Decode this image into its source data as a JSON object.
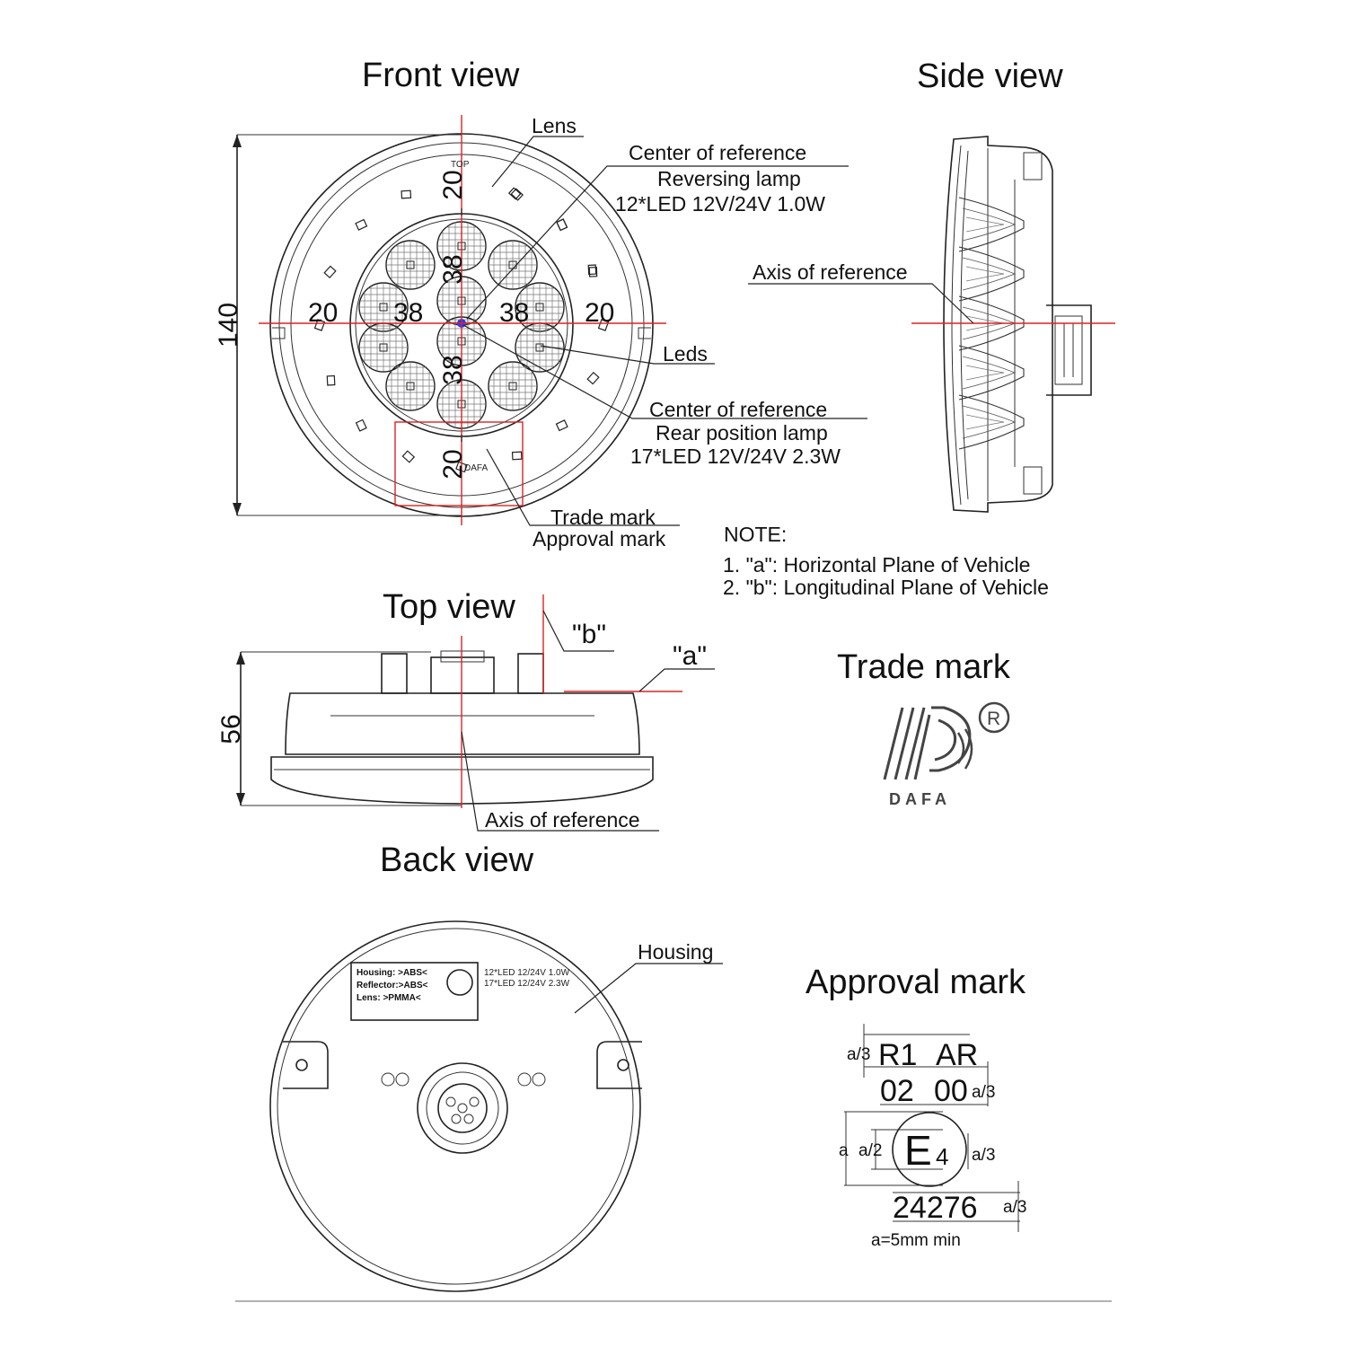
{
  "views": {
    "front": "Front view",
    "side": "Side view",
    "top": "Top view",
    "back": "Back view",
    "trade_mark": "Trade mark",
    "approval_mark": "Approval mark"
  },
  "front_labels": {
    "lens": "Lens",
    "center_ref_1": "Center of reference",
    "reversing_lamp": "Reversing lamp",
    "reversing_spec": "12*LED 12V/24V 1.0W",
    "leds": "Leds",
    "center_ref_2": "Center of reference",
    "rear_position_lamp": "Rear position lamp",
    "rear_position_spec": "17*LED 12V/24V 2.3W",
    "trade_mark": "Trade mark",
    "approval_mark": "Approval mark",
    "top_marker": "TOP",
    "brand_small": "DAFA"
  },
  "dimensions": {
    "d20_top": "20",
    "d38_top": "38",
    "d20_left": "20",
    "d38_left": "38",
    "d38_right": "38",
    "d20_right": "20",
    "d38_bottom": "38",
    "d20_bottom": "20",
    "diameter": "140",
    "height": "56"
  },
  "side_labels": {
    "axis": "Axis of reference"
  },
  "note": {
    "heading": "NOTE:",
    "line1": "1. \"a\": Horizontal Plane of Vehicle",
    "line2": "2. \"b\": Longitudinal Plane of Vehicle"
  },
  "top_labels": {
    "b": "\"b\"",
    "a": "\"a\"",
    "axis": "Axis of reference"
  },
  "trade_mark": {
    "brand": "DAFA",
    "registered": "R"
  },
  "back_labels": {
    "housing": "Housing",
    "plate_line1": "Housing: >ABS<",
    "plate_line2": "Reflector:>ABS<",
    "plate_line3": "Lens:      >PMMA<",
    "spec_line1": "12*LED 12/24V 1.0W",
    "spec_line2": "17*LED 12/24V 2.3W"
  },
  "approval": {
    "a3_1": "a/3",
    "r1": "R1",
    "ar": "AR",
    "code": "02",
    "code2": "00",
    "a3_2": "a/3",
    "a": "a",
    "a2": "a/2",
    "e": "E",
    "e_sub": "4",
    "a3_3": "a/3",
    "number": "24276",
    "a3_4": "a/3",
    "footnote": "a=5mm min"
  }
}
